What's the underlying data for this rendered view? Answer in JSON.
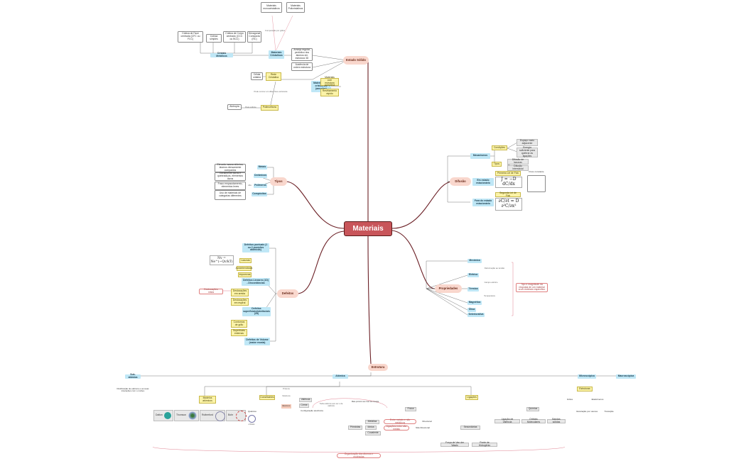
{
  "root": "Materiais",
  "colors": {
    "root": "#c8555a",
    "branch": "#6b1f25",
    "pink": "#f9d7cd",
    "blue": "#bfe7f6",
    "yellow": "#fbf3a8"
  },
  "estado_solido": {
    "label": "Estado Sólido",
    "materiais_monocristalinos": "Materiais monocristalinos",
    "materiais_policristalinos": "Materiais Policristalinos",
    "composicao_grao": "Composição por grãos",
    "cubica_face": "Cúbica de Face centrada (CFC ou FCC)",
    "cubica_simples": "Cúbica simples",
    "cubica_corpo": "Cúbica de Corpo centrado (CCC ou BCC)",
    "hexagonal": "Hexagonal Compacta (HC)",
    "cristais_metalicos": "Cristais Metálicos",
    "materiais_cristalinos": "Materiais Cristalinos",
    "arranjo_regular": "Arranjo regular, periódico dos átomos em estrutura 3D",
    "ausencia": "Ausência de ordem estrutura",
    "rede_cristalina": "Rede Cristalina",
    "celula_unitaria": "Célula unitária",
    "nao_cristalinos": "Materiais não cristalinos (amorfos)",
    "materiais_sem_estrutura": "Materiais com estrutura complexa",
    "resfriamento": "Resfriamento rápido",
    "diferentes_estruturas": "Pode ocorrer em diferentes estruturas",
    "alotropia": "Alotropia",
    "para_solidos": "Para sólidos",
    "polimorfismo": "Polimorfismo"
  },
  "difusao": {
    "label": "Difusão",
    "mecanismos": "Mecanismos",
    "condicoes": "Condições",
    "cond1": "Espaço vazio adjacente",
    "cond2": "Energia suficiente para quebrar as ligações",
    "tipos": "Tipos",
    "tipo1": "Difusão de lacunas",
    "tipo2": "Difusão intersticial",
    "estado_estac": "Em estado estacionário",
    "primeira_lei": "Primeira Lei de Fick",
    "fluxo_constante": "Fluxo constante",
    "eq1": "J = −D dC/dx",
    "fora_estado": "Fora do estado estacionário",
    "segunda_lei": "Segunda Lei de Fick",
    "eq2": "∂C/∂t = D ∂²C/∂x²"
  },
  "tipos": {
    "label": "Tipos",
    "metais": "Metais",
    "metais_desc": "Elevada massa atômica, átomos densamente compactos",
    "ceramicos": "Cerâmicos",
    "ceramicos_desc": "Geralmente duros e quebradiços, elementos duros",
    "polimeros": "Polímeros",
    "polimeros_desc": "Fraco empacotamento, elementos leves",
    "polimeros_mid": "Alta",
    "compositos": "Compósitos",
    "compositos_desc": "Uso de materiais de categorias diferentes"
  },
  "propriedades": {
    "label": "Propriedades",
    "mecanica": "Mecânica",
    "deformacao": "Deformação ao tensão",
    "eletrica": "Elétrica",
    "campo_eletrico": "Campo elétrico",
    "termica": "Térmica",
    "temperatura": "Temperatura",
    "magnetica": "Magnética",
    "otica": "Ótica",
    "deteriorativa": "Deteriorativa",
    "nota": "Tipo e magnitude da resposta de um material a um estímulo específico"
  },
  "defeitos": {
    "label": "Defeitos",
    "pontuais": "Defeitos pontuais (1 ou 2 posições atômicas)",
    "equacao": "Nv = Ne^(−Qv/kT)",
    "lacunas": "Lacunas",
    "autointersticiais": "Autointersticiais",
    "impurezas": "Impurezas",
    "lineares": "Defeitos Lineares (1D) - Discordâncias",
    "deslocacoes_aresta": "Deslocações em aresta",
    "deslocacoes_espiral": "Deslocações em espiral",
    "deslocacoes_mista": "Deslocações mista",
    "superficiais": "Defeitos superficiais/interfaciais (2D)",
    "contornos_grao": "Contornos de grão",
    "superficies": "Superfícies externas",
    "volume": "Defeitos de Volume (maior escala)"
  },
  "estrutura": {
    "label": "Estrutura",
    "subatomica": "Sub-atômica",
    "sub_desc": "Distribuição de elétrons e as suas interações com o núcleo",
    "atomica": "Atômica",
    "modelos": "Modelos atômicos",
    "dalton": "Dalton",
    "thomson": "Thomson",
    "rutherford": "Rutherford",
    "bohr": "Bohr",
    "quantico": "Quântico",
    "orbitais": "orbitais",
    "constituintes": "Constituintes",
    "protons": "Prótons",
    "neutrons": "Nêutrons",
    "eletrons": "Elétrons",
    "valencia": "Valência",
    "cerne": "Cerne",
    "cerne_desc": "Todos elétrons sem ser o da valência",
    "configuracao": "Configuração eletrônica",
    "config_nota": "Mais próximo ao nível de energia",
    "ligacoes": "Ligações",
    "fisica": "Física",
    "primarias": "Primárias",
    "metalica": "Metálica",
    "ionica": "Iônica",
    "covalente": "Covalente",
    "metal_metal": "Entre metais e não metálicos",
    "direcional": "Direcional",
    "nao_metal": "Ligações entre não metais",
    "nao_direcional": "Não Direcional",
    "secundarias": "Secundárias",
    "forca_vdw": "Força de Van der Waals",
    "ponte_h": "Ponte de Hidrogênio",
    "quimica": "Química",
    "ligacao_valencia": "Ligação de Valência",
    "orbitais_moleculares": "Orbitais Moleculares",
    "bandas": "Bandas sólidas",
    "microscopica": "Microscópica",
    "estruturas": "Estruturas",
    "graos": "Grãos",
    "elastomeros": "Elastômeros",
    "veiculacao": "Veiculação por vetores",
    "transicao": "Transição",
    "macroscopica": "Macroscópica",
    "nota_final": "Organização dos átomos e moléculas"
  }
}
